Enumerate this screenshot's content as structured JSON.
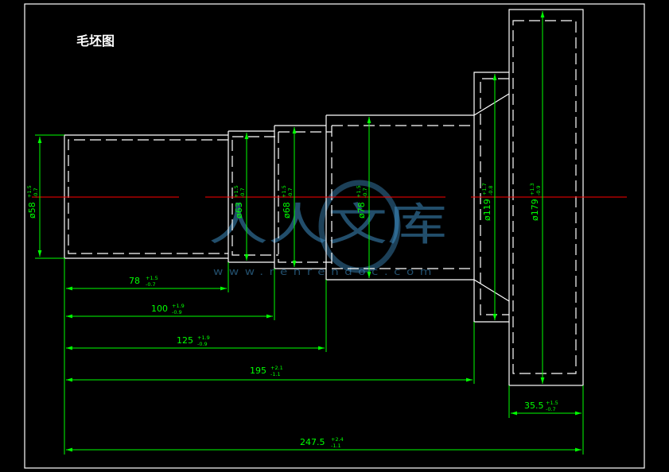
{
  "drawing_title": "毛坯图",
  "watermark": {
    "text": "人人文库",
    "url": "www.renrendoc.com"
  },
  "colors": {
    "outline": "#ffffff",
    "dimension": "#00ff00",
    "centerline": "#ff0000",
    "background": "#000000"
  },
  "diameter_dims": [
    {
      "label": "ø58",
      "tol_upper": "+1.5",
      "tol_lower": "-0.7"
    },
    {
      "label": "ø63",
      "tol_upper": "+1.5",
      "tol_lower": "-0.7"
    },
    {
      "label": "ø68",
      "tol_upper": "+1.5",
      "tol_lower": "-0.7"
    },
    {
      "label": "ø78",
      "tol_upper": "+1.5",
      "tol_lower": "-0.7"
    },
    {
      "label": "ø119",
      "tol_upper": "+1.7",
      "tol_lower": "-0.8"
    },
    {
      "label": "ø179",
      "tol_upper": "+1.3",
      "tol_lower": "-0.9"
    }
  ],
  "length_dims": [
    {
      "label": "78",
      "tol_upper": "+1.5",
      "tol_lower": "-0.7"
    },
    {
      "label": "100",
      "tol_upper": "+1.9",
      "tol_lower": "-0.9"
    },
    {
      "label": "125",
      "tol_upper": "+1.9",
      "tol_lower": "-0.9"
    },
    {
      "label": "195",
      "tol_upper": "+2.1",
      "tol_lower": "-1.1"
    },
    {
      "label": "35.5",
      "tol_upper": "+1.5",
      "tol_lower": "-0.7"
    },
    {
      "label": "247.5",
      "tol_upper": "+2.4",
      "tol_lower": "-1.1"
    }
  ]
}
